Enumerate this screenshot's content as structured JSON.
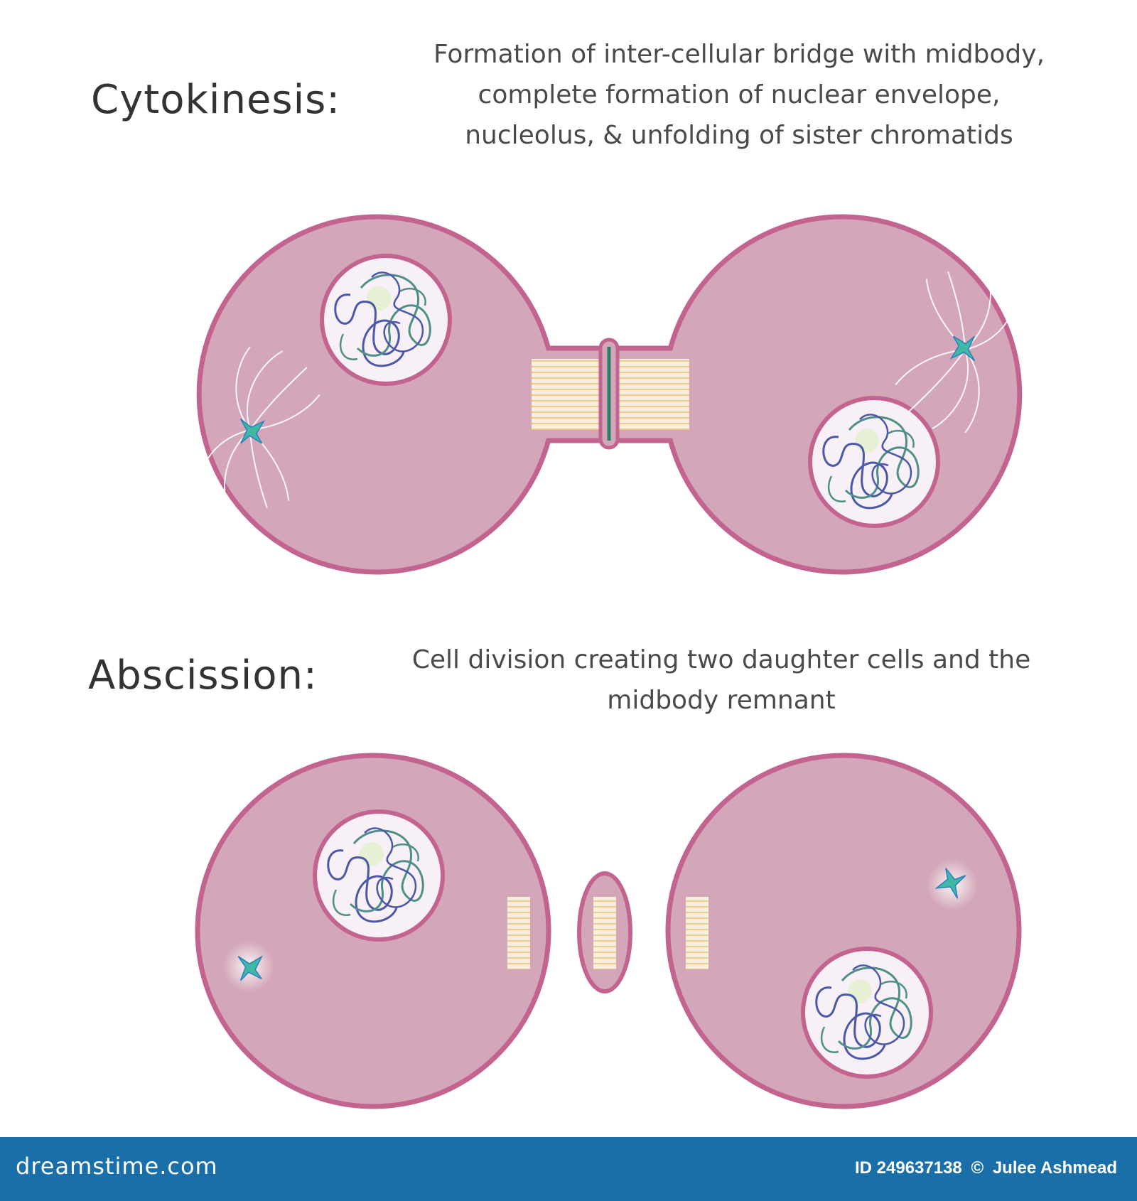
{
  "stages": [
    {
      "title": "Cytokinesis:",
      "description_lines": [
        "Formation of inter-cellular bridge with midbody,",
        "complete formation of nuclear envelope,",
        "nucleolus, & unfolding of sister chromatids"
      ]
    },
    {
      "title": "Abscission:",
      "description_lines": [
        "Cell division creating two daughter cells and the",
        "midbody remnant"
      ]
    }
  ],
  "watermark": {
    "brand": "dreamstime.com",
    "id": "ID 249637138",
    "copyright_symbol": "©",
    "author": "Julee Ashmead"
  },
  "colors": {
    "cytoplasm": "#d3a7b9",
    "membrane": "#c2648f",
    "nucleus": "#f7f0f7",
    "nucleolus": "#e6f0d2",
    "chromatin_blue": "#4b58a8",
    "chromatin_green": "#4f8f88",
    "bridge_lines": "#f1c98a",
    "midbody_ring": "#2f7d6e",
    "centrosome": "#3fb8a6",
    "footer": "#1a6fa9"
  }
}
